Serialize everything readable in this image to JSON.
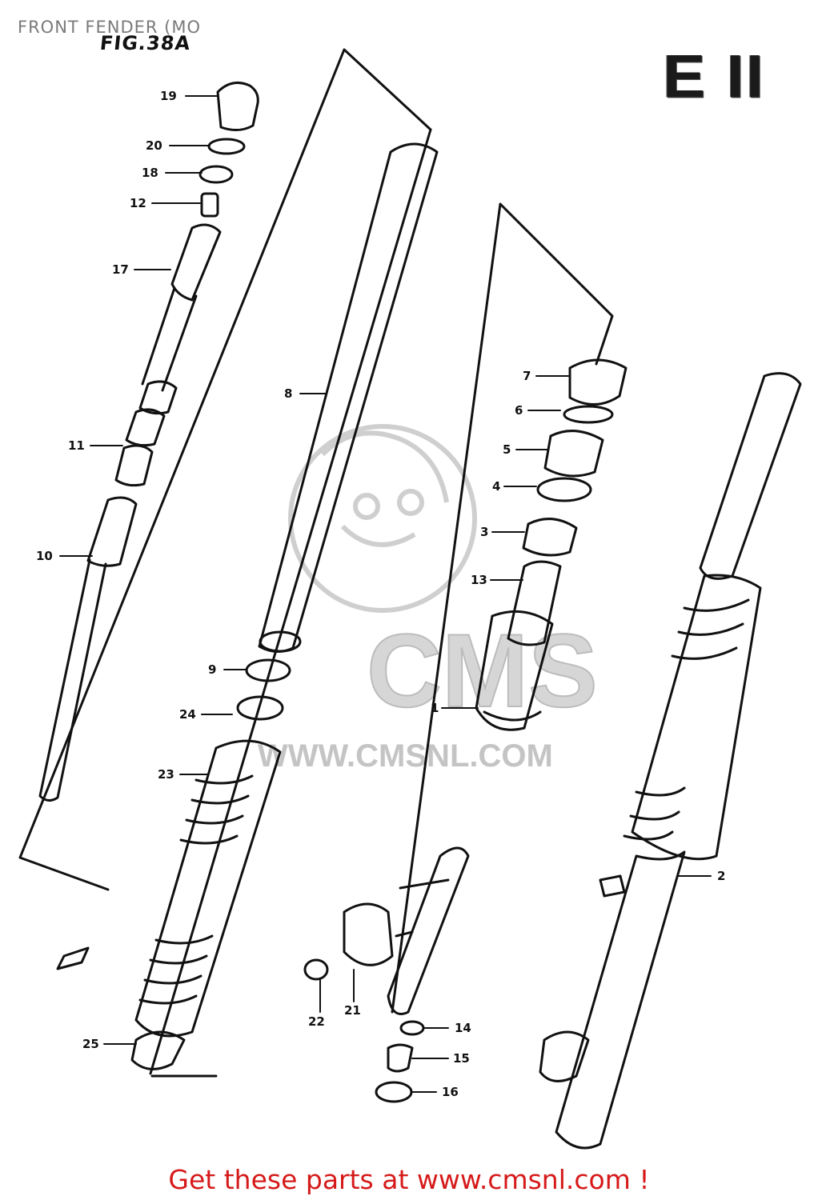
{
  "header": {
    "title": "FRONT FENDER (MO",
    "figure_label": "FIG.38A",
    "code": "E II"
  },
  "watermark": {
    "logo_text": "CMS",
    "url": "WWW.CMSNL.COM"
  },
  "callouts": [
    "19",
    "20",
    "18",
    "12",
    "17",
    "11",
    "10",
    "8",
    "9",
    "24",
    "23",
    "25",
    "22",
    "21",
    "14",
    "15",
    "16",
    "7",
    "6",
    "5",
    "4",
    "3",
    "13",
    "1",
    "2"
  ],
  "footer": {
    "link_text": "Get these parts at www.cmsnl.com !"
  },
  "colors": {
    "line": "#111111",
    "footer": "#d61a1a",
    "watermark": "#c8c8c8"
  }
}
